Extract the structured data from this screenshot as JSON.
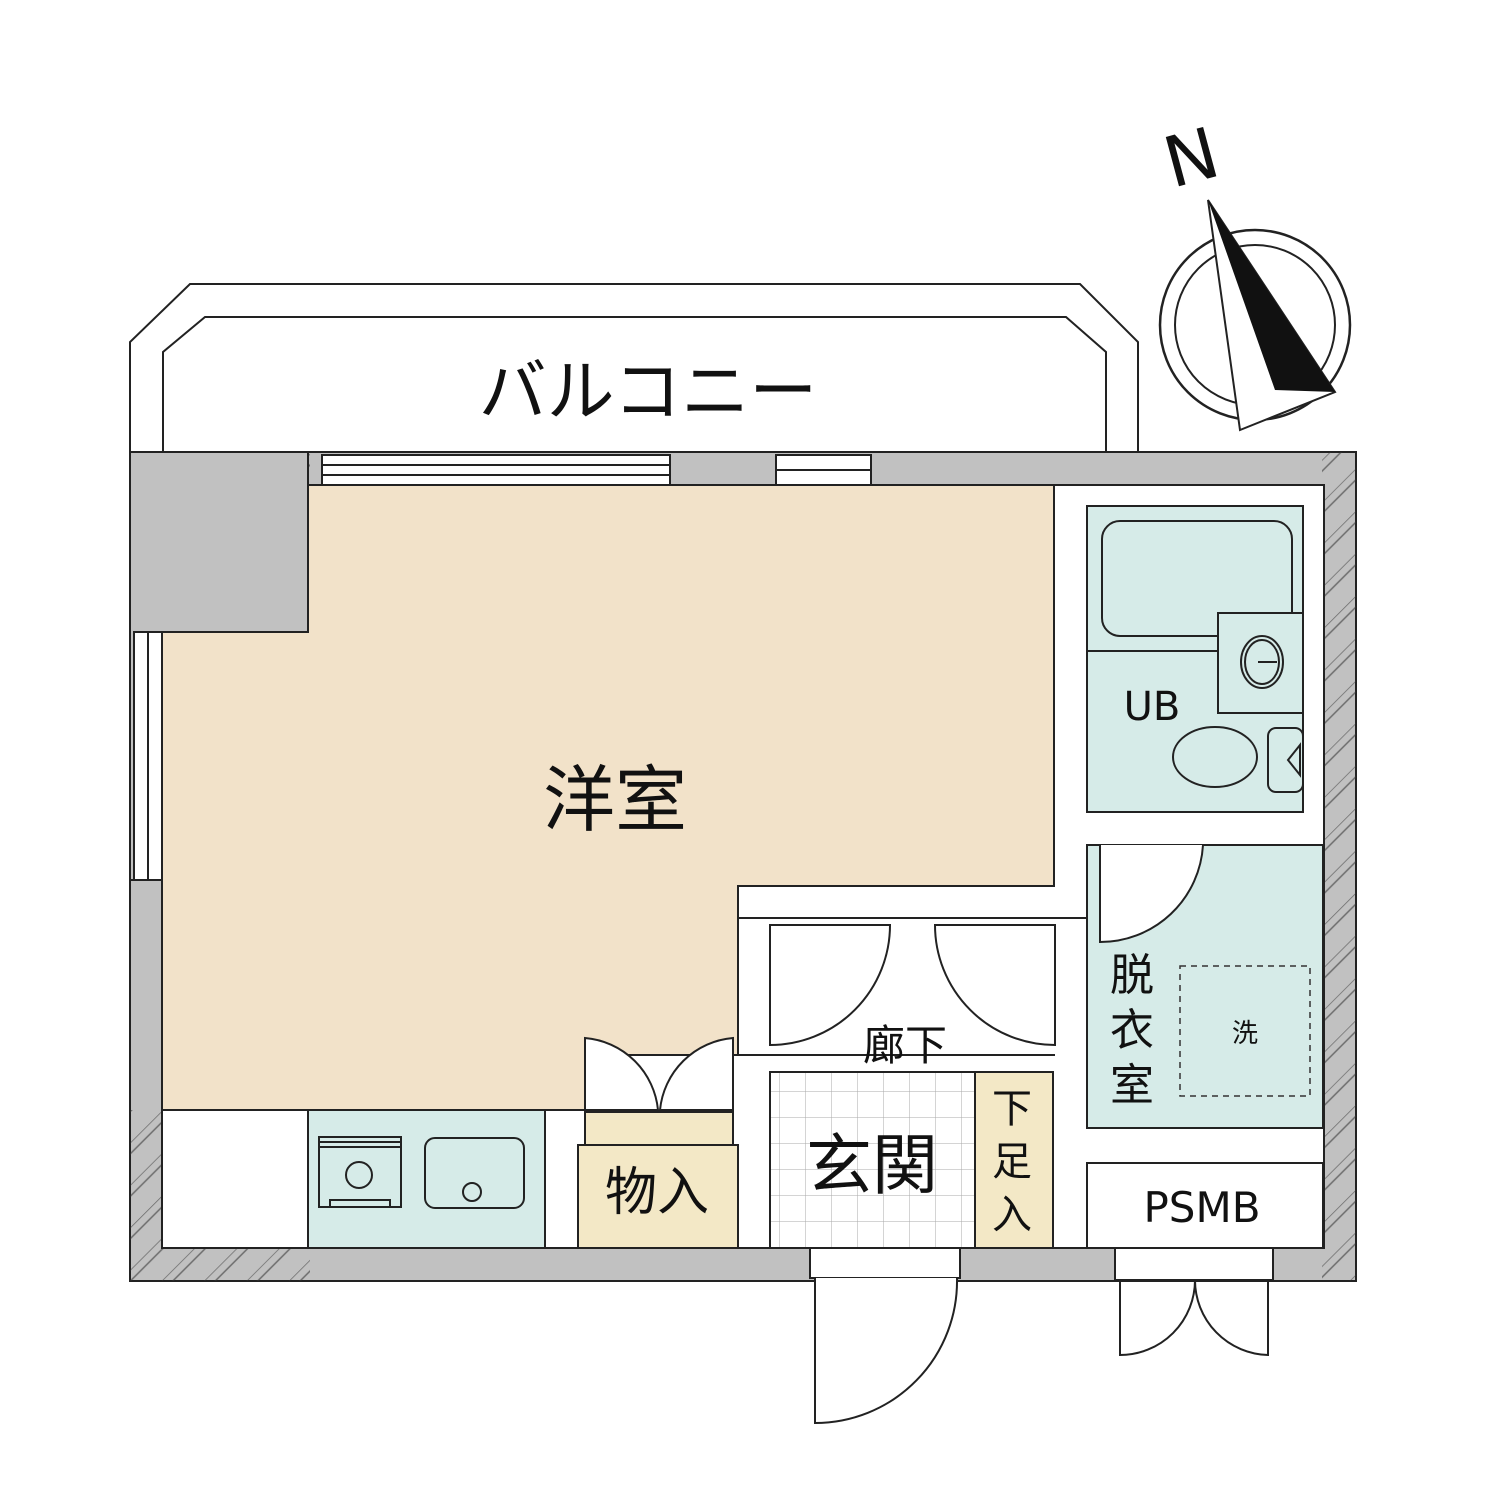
{
  "compass": {
    "north_label": "N"
  },
  "rooms": {
    "balcony": "バルコニー",
    "western_room": "洋室",
    "unit_bath": "UB",
    "hallway": "廊下",
    "entrance": "玄関",
    "storage": "物入",
    "shoe_box": [
      "下",
      "足",
      "入"
    ],
    "dressing_room": [
      "脱",
      "衣",
      "室"
    ],
    "washer": "洗",
    "ps_mb": "PSMB"
  },
  "colors": {
    "wall": "#c1c1c1",
    "western_room": "#f2e2c9",
    "wet_area": "#d6ebe8",
    "storage": "#f3e8c6"
  }
}
